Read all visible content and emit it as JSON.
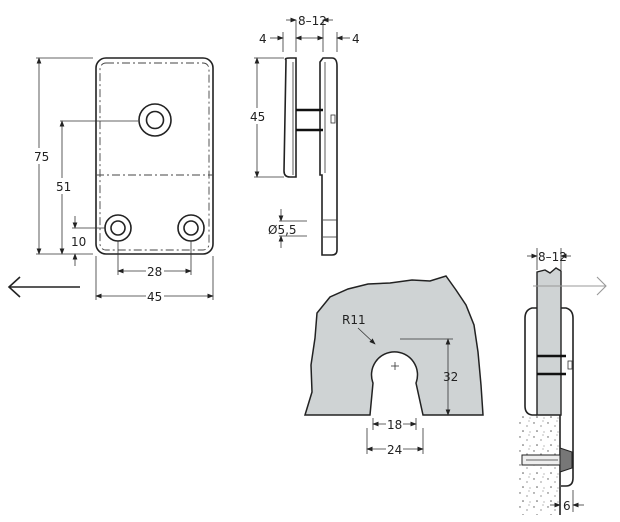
{
  "front_view": {
    "height_dim": "75",
    "hole_height_dim": "51",
    "hole_offset_dim": "10",
    "hole_spacing_dim": "28",
    "width_dim": "45"
  },
  "side_view": {
    "left_plate_dim": "4",
    "glass_thickness_dim": "8–12",
    "right_plate_dim": "4",
    "plate_height_dim": "45",
    "screw_diameter_dim": "Ø5,5"
  },
  "cutout_view": {
    "radius_dim": "R11",
    "depth_dim": "32",
    "slot_width_dim": "18",
    "outer_width_dim": "24"
  },
  "assembly_view": {
    "glass_thickness_dim": "8–12",
    "wall_gap_dim": "6"
  },
  "colors": {
    "glass_fill": "#cfd3d4",
    "line": "#222222",
    "arrow": "#999999"
  }
}
